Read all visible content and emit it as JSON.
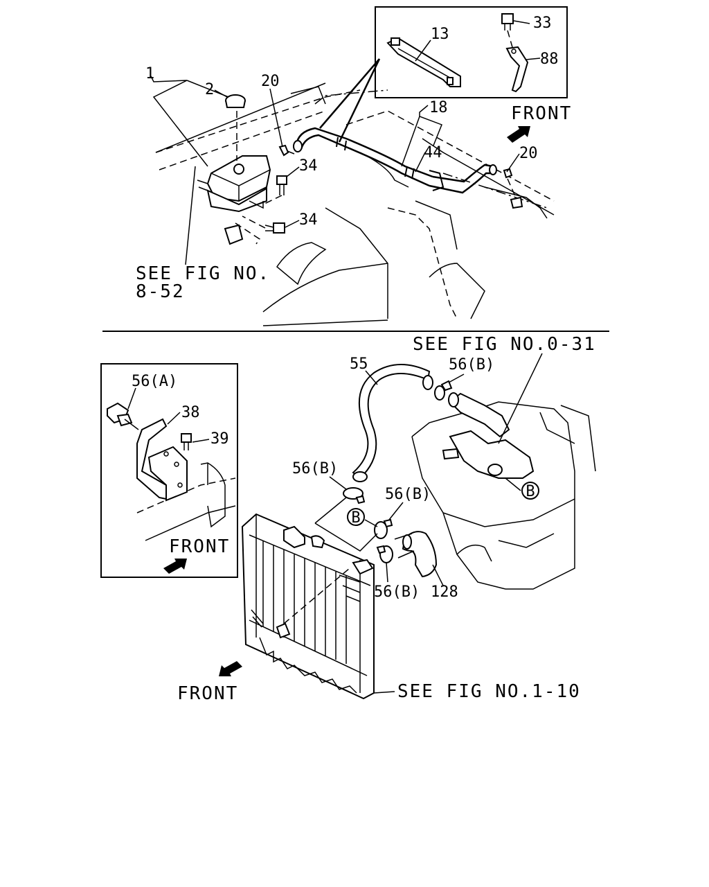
{
  "callouts": {
    "c1": "1",
    "c2": "2",
    "c20a": "20",
    "c34a": "34",
    "c34b": "34",
    "c13": "13",
    "c33": "33",
    "c88": "88",
    "c18": "18",
    "c44": "44",
    "c20b": "20",
    "c55": "55",
    "c56b_top": "56(B)",
    "c56a": "56(A)",
    "c38": "38",
    "c39": "39",
    "c56b_left": "56(B)",
    "c56b_mid": "56(B)",
    "c56b_low": "56(B)",
    "c128": "128"
  },
  "references": {
    "see_8_52_line1": "SEE FIG NO.",
    "see_8_52_line2": "8-52",
    "see_0_31": "SEE FIG NO.0-31",
    "see_1_10": "SEE FIG NO.1-10"
  },
  "front_labels": {
    "top_right": "FRONT",
    "inset_left": "FRONT",
    "bottom": "FRONT"
  },
  "circle_markers": {
    "b_right": "B",
    "b_left": "B"
  }
}
